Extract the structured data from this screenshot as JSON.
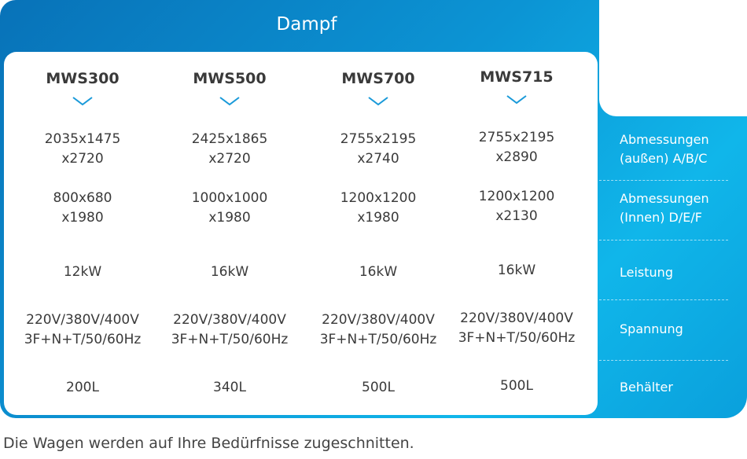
{
  "title": "Dampf",
  "models": [
    {
      "name": "MWS300",
      "outer": [
        "2035x1475",
        "x2720"
      ],
      "inner": [
        "800x680",
        "x1980"
      ],
      "power": "12kW",
      "voltage": [
        "220V/380V/400V",
        "3F+N+T/50/60Hz"
      ],
      "tank": "200L"
    },
    {
      "name": "MWS500",
      "outer": [
        "2425x1865",
        "x2720"
      ],
      "inner": [
        "1000x1000",
        "x1980"
      ],
      "power": "16kW",
      "voltage": [
        "220V/380V/400V",
        "3F+N+T/50/60Hz"
      ],
      "tank": "340L"
    },
    {
      "name": "MWS700",
      "outer": [
        "2755x2195",
        "x2740"
      ],
      "inner": [
        "1200x1200",
        "x1980"
      ],
      "power": "16kW",
      "voltage": [
        "220V/380V/400V",
        "3F+N+T/50/60Hz"
      ],
      "tank": "500L"
    },
    {
      "name": "MWS715",
      "outer": [
        "2755x2195",
        "x2890"
      ],
      "inner": [
        "1200x1200",
        "x2130"
      ],
      "power": "16kW",
      "voltage": [
        "220V/380V/400V",
        "3F+N+T/50/60Hz"
      ],
      "tank": "500L"
    }
  ],
  "labels": {
    "outer": [
      "Abmessungen",
      "(außen) A/B/C"
    ],
    "inner": [
      "Abmessungen",
      "(Innen) D/E/F"
    ],
    "power": "Leistung",
    "voltage": "Spannung",
    "tank": "Behälter"
  },
  "footer": "Die Wagen werden auf Ihre Bedürfnisse zugeschnitten."
}
